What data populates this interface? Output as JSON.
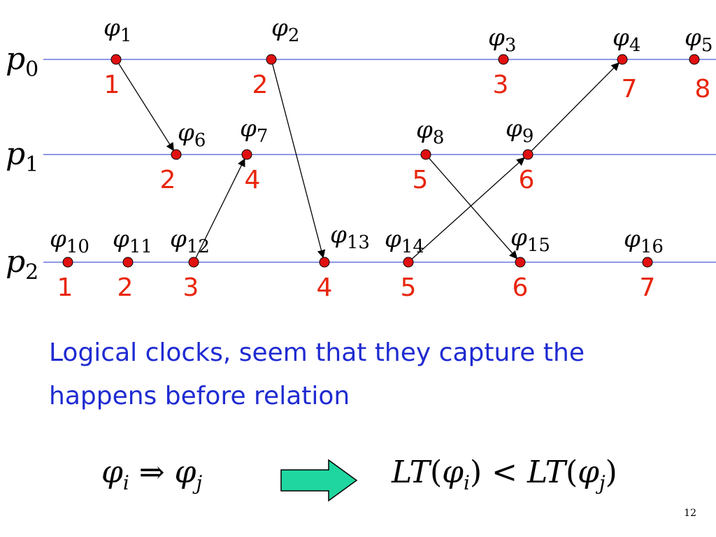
{
  "processes": [
    {
      "id": "p0",
      "name": "p",
      "sub": "0"
    },
    {
      "id": "p1",
      "name": "p",
      "sub": "1"
    },
    {
      "id": "p2",
      "name": "p",
      "sub": "2"
    }
  ],
  "events": [
    {
      "id": "e1",
      "proc": 0,
      "label": "φ",
      "sub": "1",
      "clock": "1"
    },
    {
      "id": "e2",
      "proc": 0,
      "label": "φ",
      "sub": "2",
      "clock": "2"
    },
    {
      "id": "e3",
      "proc": 0,
      "label": "φ",
      "sub": "3",
      "clock": "3"
    },
    {
      "id": "e4",
      "proc": 0,
      "label": "φ",
      "sub": "4",
      "clock": "7"
    },
    {
      "id": "e5",
      "proc": 0,
      "label": "φ",
      "sub": "5",
      "clock": "8"
    },
    {
      "id": "e6",
      "proc": 1,
      "label": "φ",
      "sub": "6",
      "clock": "2"
    },
    {
      "id": "e7",
      "proc": 1,
      "label": "φ",
      "sub": "7",
      "clock": "4"
    },
    {
      "id": "e8",
      "proc": 1,
      "label": "φ",
      "sub": "8",
      "clock": "5"
    },
    {
      "id": "e9",
      "proc": 1,
      "label": "φ",
      "sub": "9",
      "clock": "6"
    },
    {
      "id": "e10",
      "proc": 2,
      "label": "φ",
      "sub": "10",
      "clock": "1"
    },
    {
      "id": "e11",
      "proc": 2,
      "label": "φ",
      "sub": "11",
      "clock": "2"
    },
    {
      "id": "e12",
      "proc": 2,
      "label": "φ",
      "sub": "12",
      "clock": "3"
    },
    {
      "id": "e13",
      "proc": 2,
      "label": "φ",
      "sub": "13",
      "clock": "4"
    },
    {
      "id": "e14",
      "proc": 2,
      "label": "φ",
      "sub": "14",
      "clock": "5"
    },
    {
      "id": "e15",
      "proc": 2,
      "label": "φ",
      "sub": "15",
      "clock": "6"
    },
    {
      "id": "e16",
      "proc": 2,
      "label": "φ",
      "sub": "16",
      "clock": "7"
    }
  ],
  "messages": [
    {
      "from": "e1",
      "to": "e6"
    },
    {
      "from": "e12",
      "to": "e7"
    },
    {
      "from": "e2",
      "to": "e13"
    },
    {
      "from": "e8",
      "to": "e15"
    },
    {
      "from": "e14",
      "to": "e9"
    },
    {
      "from": "e9",
      "to": "e4"
    }
  ],
  "caption": {
    "line1": "Logical clocks, seem that they capture the",
    "line2": "happens before relation"
  },
  "formula": {
    "phi": "φ",
    "i": "i",
    "j": "j",
    "implies": "⇒",
    "lt": "LT",
    "open": "(",
    "close": ")",
    "less": "<"
  },
  "page_number": "12",
  "colors": {
    "timeline": "#4a5bd6",
    "event_fill": "#e01010",
    "clock_text": "#e8250b",
    "caption_text": "#1f2bd1",
    "arrow_fill": "#1fd6a0"
  }
}
